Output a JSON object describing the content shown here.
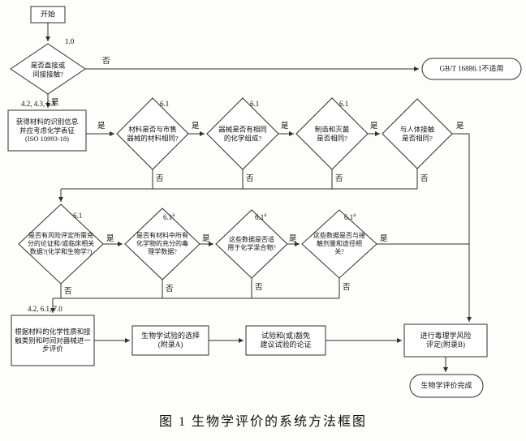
{
  "labels": {
    "yes": "是",
    "no": "否"
  },
  "caption": "图 1  生物学评价的系统方法框图",
  "nodes": {
    "start": {
      "text": "开始"
    },
    "contact_q": {
      "text": "是否直接或间接接触?",
      "ref": "1.0"
    },
    "not_applicable": {
      "text": "GB/T 16886.1不适用"
    },
    "material_info": {
      "line1": "获得材料的识别信息",
      "line2": "并应考虑化学表征",
      "line3": "(ISO 10993-18)",
      "ref": "4.2, 4.3, 6.1"
    },
    "same_material_q": {
      "text": "材料是否与市售器械的材料相同?",
      "ref": "6.1"
    },
    "same_composition_q": {
      "text": "器械是否有相同的化学组成?",
      "ref": "6.1"
    },
    "same_process_q": {
      "text": "制造和灭菌是否相同?",
      "ref": "6.1"
    },
    "same_contact_q": {
      "text": "与人体接触是否相同?"
    },
    "justification_q": {
      "text": "是否有风险评定所需充分的论证和/或临床相关数据?(化学和生物学?)",
      "ref": "6.1"
    },
    "tox_data_q": {
      "text": "是否有材料中所有化学物的充分的毒理学数据?",
      "ref": "6.1",
      "ref_sup": "a"
    },
    "mixture_q": {
      "text": "这些数据是否适用于化学混合物?",
      "ref": "6.1",
      "ref_sup": "a"
    },
    "dose_route_q": {
      "text": "这些数据是否与接触剂量和途径相关?",
      "ref": "6.1",
      "ref_sup": "a"
    },
    "further_eval": {
      "text": "根据材料的化学性质和接触类别和时间对器械进一步评价",
      "ref": "4.2, 6.1, 7.0"
    },
    "test_selection": {
      "line1": "生物学试验的选择",
      "line2": "(附录A)"
    },
    "test_justification": {
      "line1": "试验和(或)豁免",
      "line2": "建议试验的论证"
    },
    "tox_risk": {
      "line1": "进行毒理学风险",
      "line2": "评定(附录B)"
    },
    "complete": {
      "text": "生物学评价完成"
    }
  }
}
